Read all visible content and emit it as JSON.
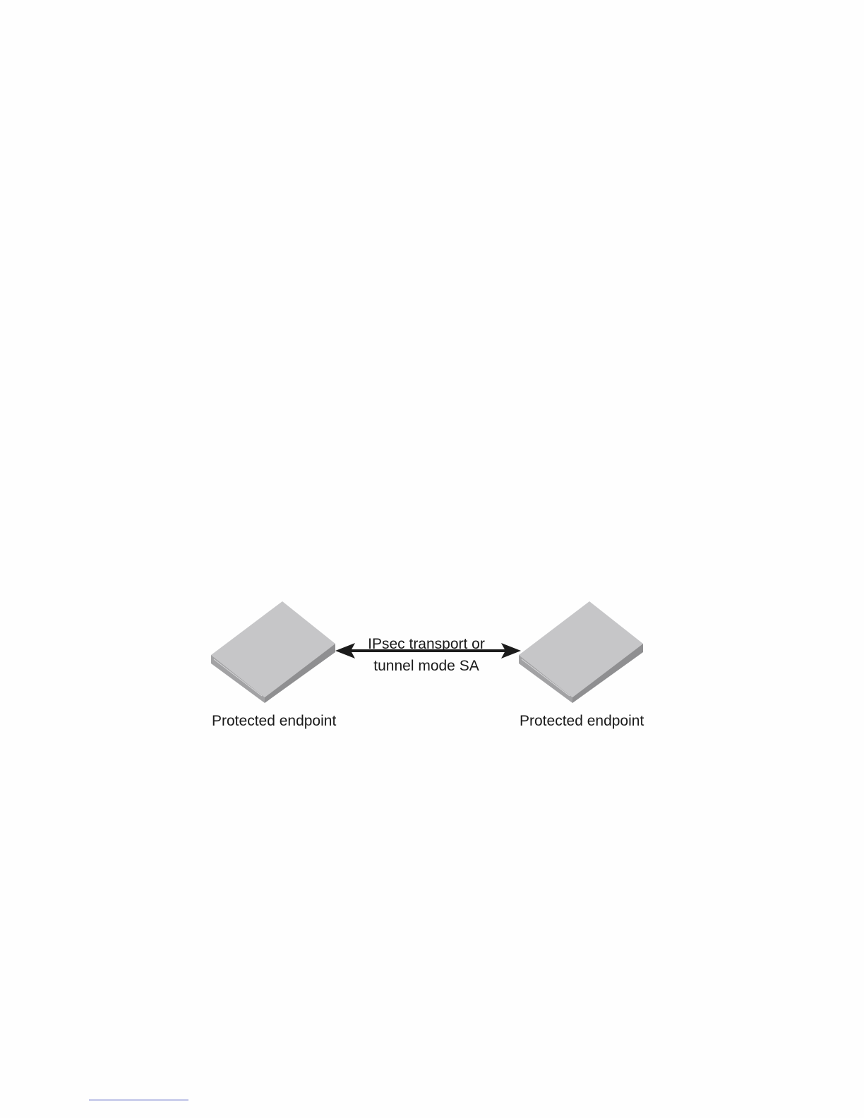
{
  "diagram": {
    "nodes": [
      {
        "id": "left",
        "label": "Protected endpoint",
        "icon": "network-appliance-icon"
      },
      {
        "id": "right",
        "label": "Protected endpoint",
        "icon": "network-appliance-icon"
      }
    ],
    "connection": {
      "from": "left",
      "to": "right",
      "direction": "bidirectional",
      "label_line1": "IPsec transport or",
      "label_line2": "tunnel mode SA"
    }
  },
  "colors": {
    "appliance_top": "#c6c6c8",
    "appliance_front": "#9a9a9c",
    "appliance_side": "#a9a9ab",
    "arrow": "#1b1b1b",
    "footnote_rule": "#3a49b8"
  }
}
